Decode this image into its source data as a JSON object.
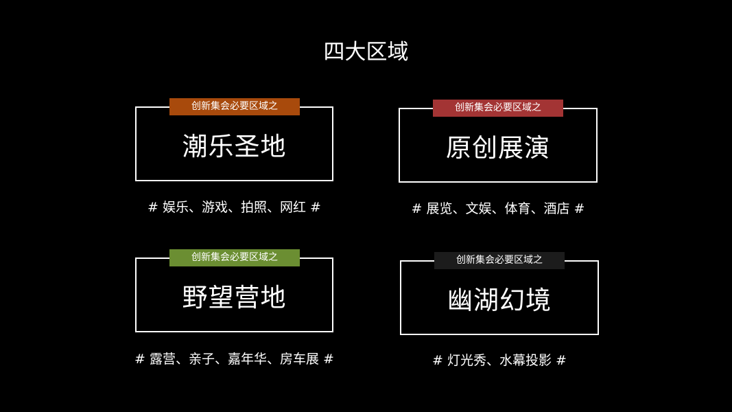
{
  "page": {
    "title": "四大区域"
  },
  "zones": [
    {
      "tag": "创新集会必要区域之",
      "name": "潮乐圣地",
      "desc": "# 娱乐、游戏、拍照、网红 #",
      "tag_color": "#A84A0C"
    },
    {
      "tag": "创新集会必要区域之",
      "name": "原创展演",
      "desc": "# 展览、文娱、体育、酒店 #",
      "tag_color": "#A33434"
    },
    {
      "tag": "创新集会必要区域之",
      "name": "野望营地",
      "desc": "# 露营、亲子、嘉年华、房车展 #",
      "tag_color": "#6B8E32"
    },
    {
      "tag": "创新集会必要区域之",
      "name": "幽湖幻境",
      "desc": "# 灯光秀、水幕投影 #",
      "tag_color": "#1C1C1C"
    }
  ]
}
